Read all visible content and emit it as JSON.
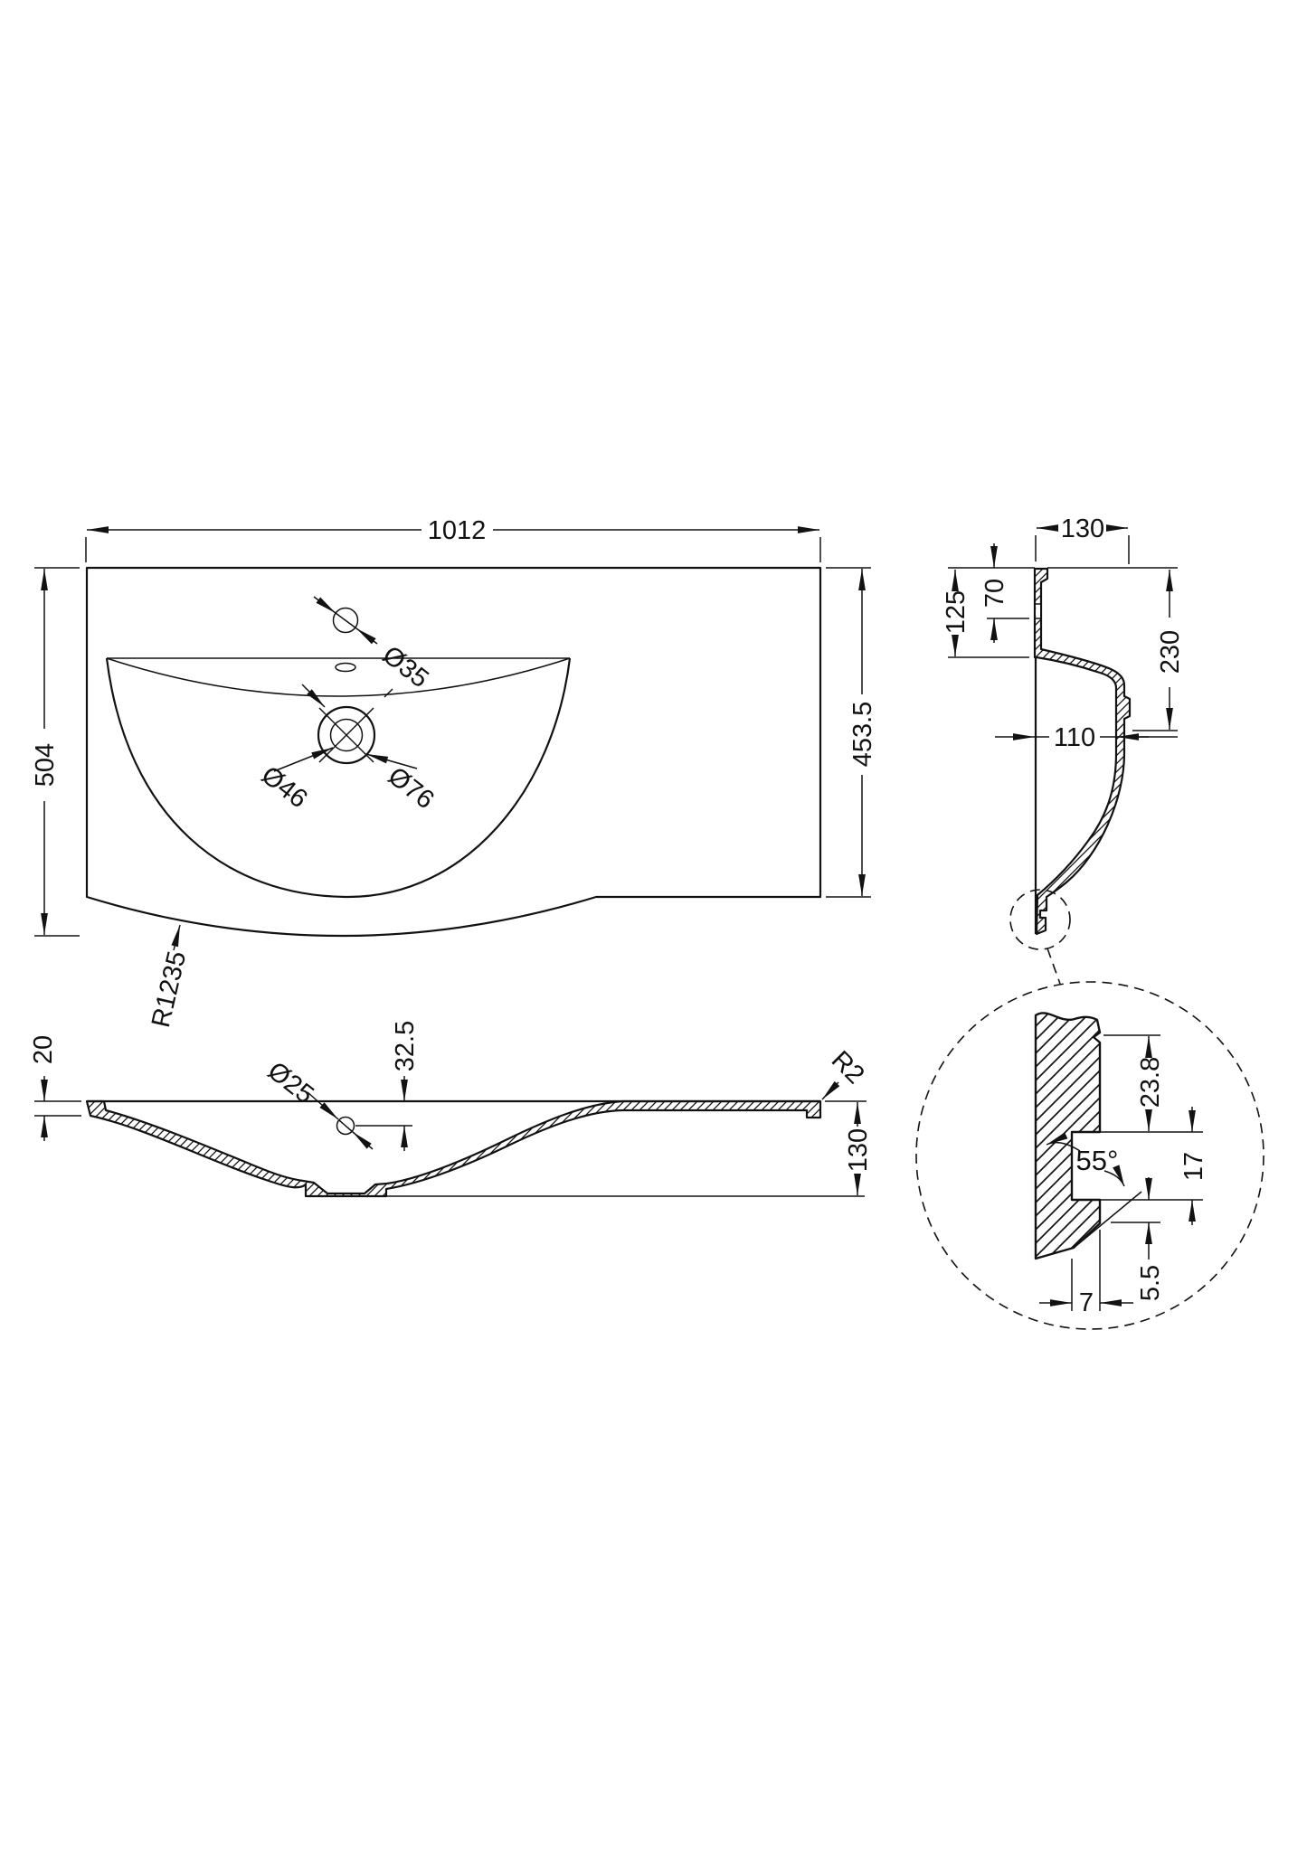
{
  "drawing": {
    "type": "technical-drawing",
    "subject": "curved-basin-dimension-drawing",
    "line_color": "#121212",
    "bg_color": "#ffffff",
    "plan_view": {
      "width": "1012",
      "overall_depth": "504",
      "right_depth": "453.5",
      "tap_hole_dia": "Ø35",
      "waste_inner_dia": "Ø46",
      "waste_outer_dia": "Ø76",
      "front_edge_radius": "R1235"
    },
    "front_section": {
      "deck_thickness": "20",
      "overflow_dia": "Ø25",
      "overflow_offset": "32.5",
      "bowl_depth": "130",
      "edge_radius": "R2"
    },
    "side_section": {
      "top_depth": "130",
      "recess_bottom": "125",
      "recess_top": "70",
      "overall_height": "230",
      "lower_depth": "110"
    },
    "detail_view": {
      "upper_height": "23.8",
      "groove_height": "17",
      "chamfer_angle": "55°",
      "chamfer_height": "5.5",
      "wall_thickness": "7"
    }
  }
}
